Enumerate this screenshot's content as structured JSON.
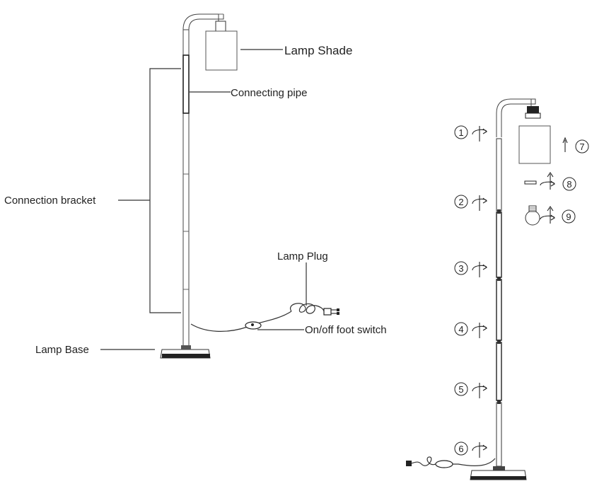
{
  "labels": {
    "lamp_shade": "Lamp Shade",
    "connecting_pipe": "Connecting pipe",
    "connection_bracket": "Connection bracket",
    "lamp_plug": "Lamp Plug",
    "foot_switch": "On/off foot switch",
    "lamp_base": "Lamp Base"
  },
  "steps": [
    "1",
    "2",
    "3",
    "4",
    "5",
    "6",
    "7",
    "8",
    "9"
  ]
}
